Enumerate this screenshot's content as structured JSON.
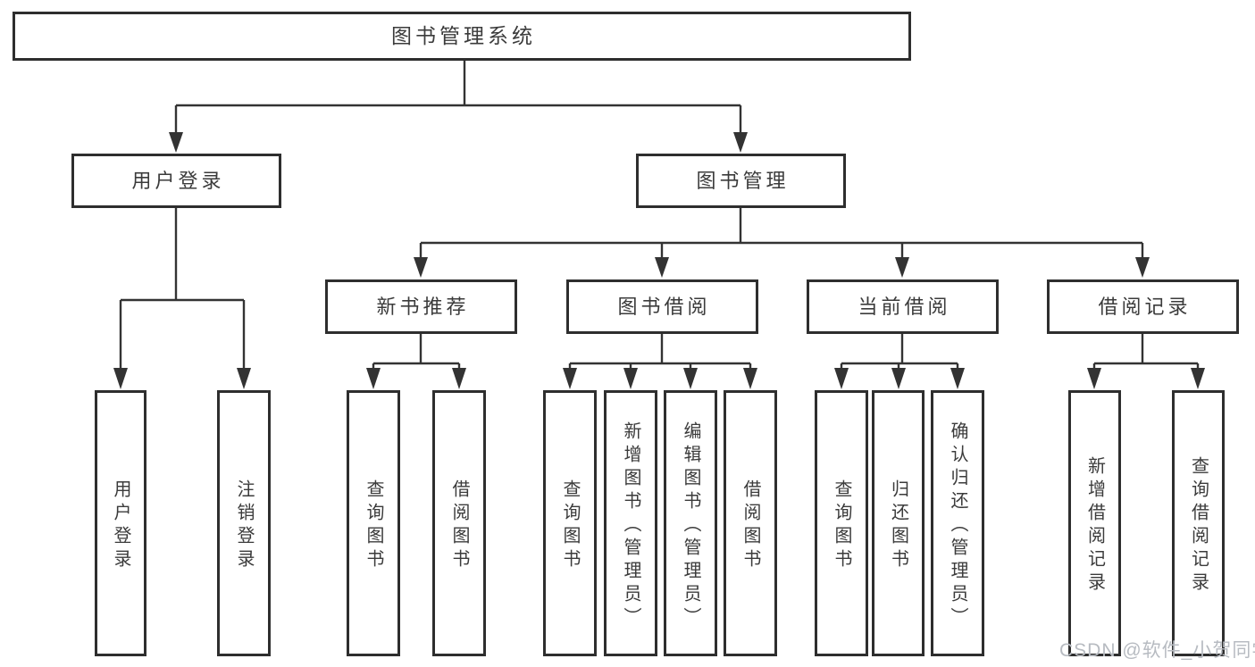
{
  "diagram_title": "图书管理系统",
  "tree": {
    "root": {
      "label": "图书管理系统"
    },
    "groups": [
      {
        "label": "用户登录",
        "children": [
          {
            "label": "用户登录"
          },
          {
            "label": "注销登录"
          }
        ]
      },
      {
        "label": "图书管理",
        "sections": [
          {
            "label": "新书推荐",
            "children": [
              {
                "label": "查询图书"
              },
              {
                "label": "借阅图书"
              }
            ]
          },
          {
            "label": "图书借阅",
            "children": [
              {
                "label": "查询图书"
              },
              {
                "label": "新增图书（管理员）"
              },
              {
                "label": "编辑图书（管理员）"
              },
              {
                "label": "借阅图书"
              }
            ]
          },
          {
            "label": "当前借阅",
            "children": [
              {
                "label": "查询图书"
              },
              {
                "label": "归还图书"
              },
              {
                "label": "确认归还（管理员）"
              }
            ]
          },
          {
            "label": "借阅记录",
            "children": [
              {
                "label": "新增借阅记录"
              },
              {
                "label": "查询借阅记录"
              }
            ]
          }
        ]
      }
    ]
  },
  "watermark": {
    "text": "CSDN @软件_小贺同学"
  },
  "colors": {
    "line": "#333333",
    "box_border": "#2e2e2e",
    "text": "#3b3b3b",
    "watermark": "#b7bbc1",
    "background": "#ffffff"
  }
}
